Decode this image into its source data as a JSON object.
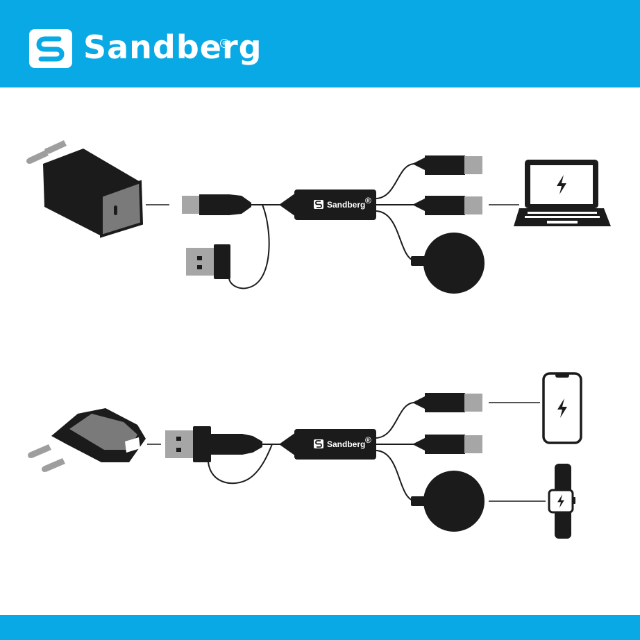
{
  "brand": {
    "name": "Sandberg",
    "registered_mark": "®",
    "accent_color": "#08a9e5",
    "text_color": "#ffffff"
  },
  "hub": {
    "label": "Sandberg",
    "mark": "®",
    "color": "#1b1b1b"
  },
  "colors": {
    "device": "#1b1b1b",
    "plug_pin": "#9e9e9e",
    "charger_face": "#7a7a7a",
    "connector_metal": "#a6a6a6"
  },
  "icons": {
    "charge": "lightning-bolt"
  }
}
